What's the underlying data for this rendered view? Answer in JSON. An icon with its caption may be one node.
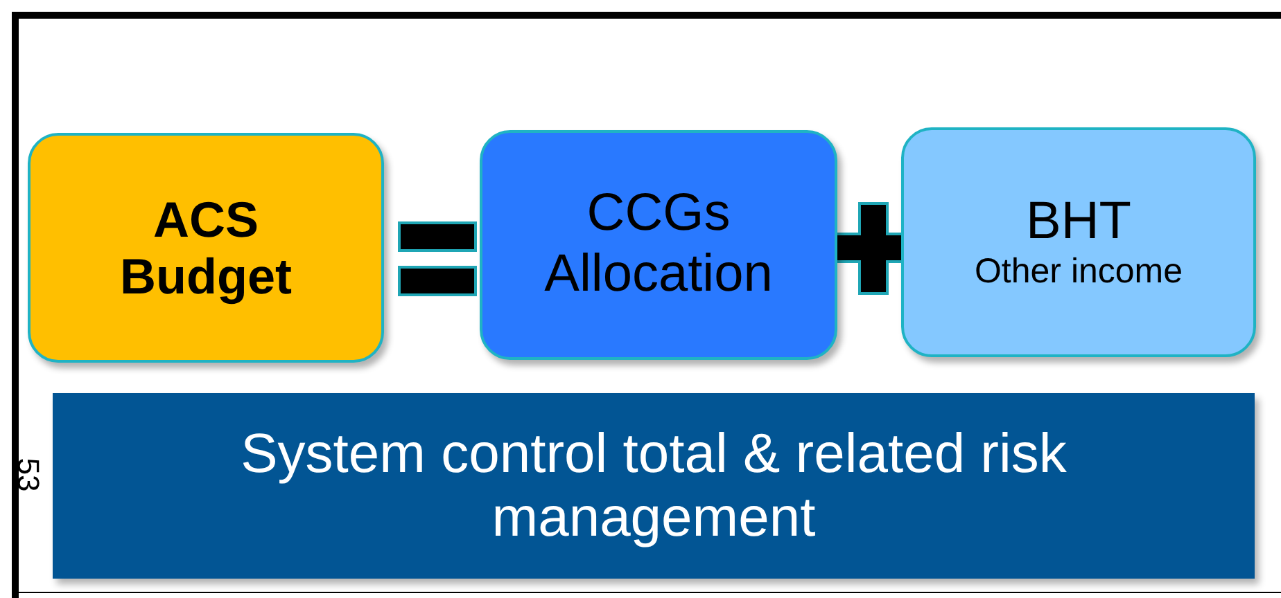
{
  "diagram": {
    "nodes": [
      {
        "text": [
          "ACS Budget"
        ]
      },
      {
        "text": [
          "CCGs Allocation"
        ]
      },
      {
        "text": [
          "BHT",
          "Other income"
        ]
      },
      {
        "text": [
          "System control total & related risk management"
        ]
      }
    ],
    "labels": [
      "53"
    ]
  }
}
